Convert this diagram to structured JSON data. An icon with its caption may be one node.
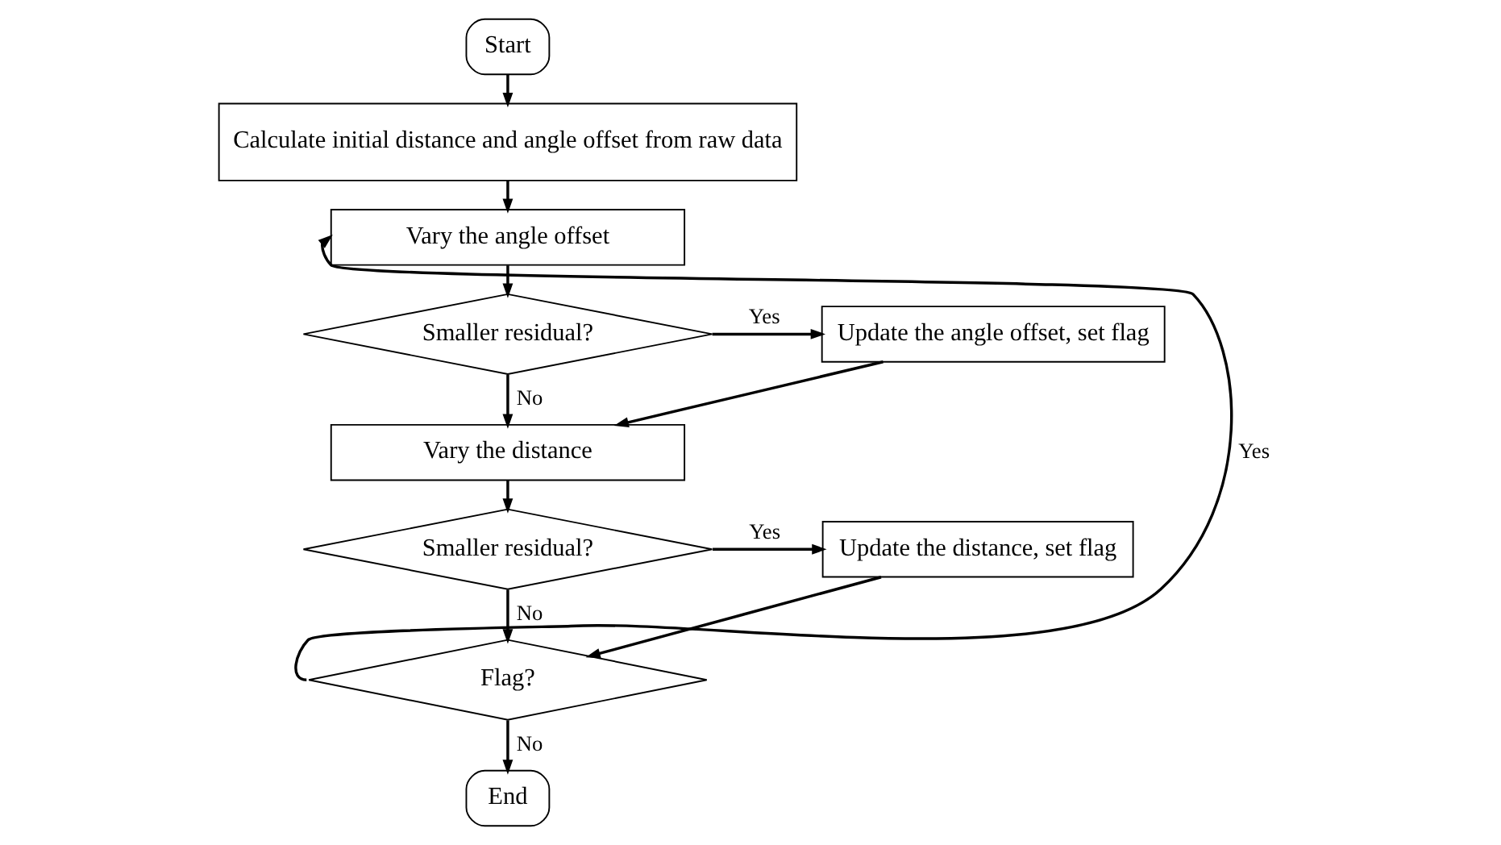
{
  "diagram": {
    "nodes": [
      {
        "text": [
          "Start"
        ]
      },
      {
        "text": [
          "Calculate initial distance and angle offset from raw data"
        ]
      },
      {
        "text": [
          "Vary the angle offset"
        ]
      },
      {
        "text": [
          "Smaller residual?"
        ]
      },
      {
        "text": [
          "Update the angle offset, set flag"
        ]
      },
      {
        "text": [
          "Vary the distance"
        ]
      },
      {
        "text": [
          "Smaller residual?"
        ]
      },
      {
        "text": [
          "Update the distance, set flag"
        ]
      },
      {
        "text": [
          "Flag?"
        ]
      },
      {
        "text": [
          "End"
        ]
      }
    ],
    "edges": [
      {
        "from": 0,
        "to": 1,
        "arrow": "to"
      },
      {
        "from": 1,
        "to": 2,
        "arrow": "to"
      },
      {
        "from": 2,
        "to": 3,
        "arrow": "to"
      },
      {
        "from": 3,
        "to": 4,
        "arrow": "to",
        "label": "Yes"
      },
      {
        "from": 3,
        "to": 5,
        "arrow": "to",
        "label": "No"
      },
      {
        "from": 4,
        "to": 5,
        "arrow": "to"
      },
      {
        "from": 5,
        "to": 6,
        "arrow": "to"
      },
      {
        "from": 6,
        "to": 7,
        "arrow": "to",
        "label": "Yes"
      },
      {
        "from": 6,
        "to": 8,
        "arrow": "to",
        "label": "No"
      },
      {
        "from": 7,
        "to": 8,
        "arrow": "to"
      },
      {
        "from": 8,
        "to": 2,
        "arrow": "to",
        "label": "Yes"
      },
      {
        "from": 8,
        "to": 9,
        "arrow": "to",
        "label": "No"
      }
    ]
  }
}
